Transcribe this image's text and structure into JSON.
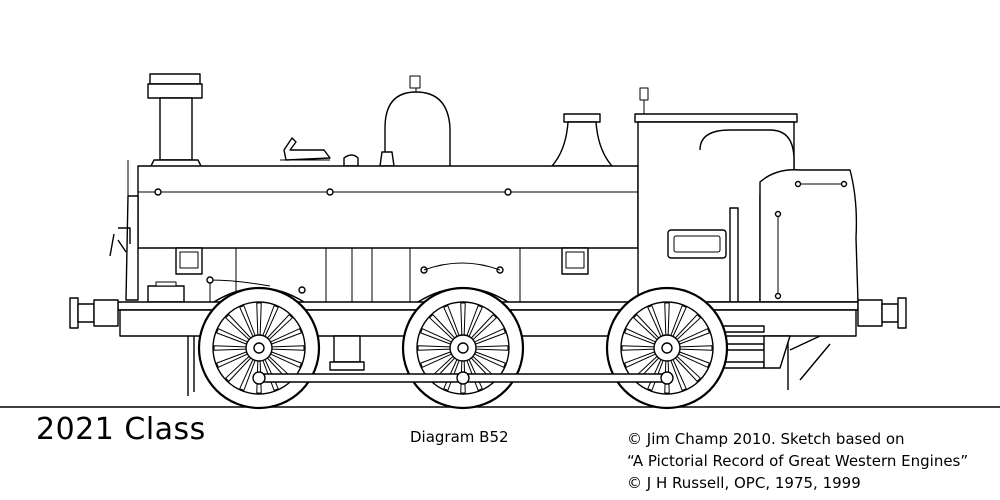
{
  "caption": {
    "class_title": "2021 Class",
    "diagram": "Diagram B52",
    "credit_lines": [
      "© Jim Champ 2010. Sketch based on",
      "“A Pictorial Record of Great Western Engines”",
      "© J H Russell, OPC, 1975, 1999"
    ]
  },
  "colors": {
    "line": "#000000",
    "background": "#ffffff"
  }
}
